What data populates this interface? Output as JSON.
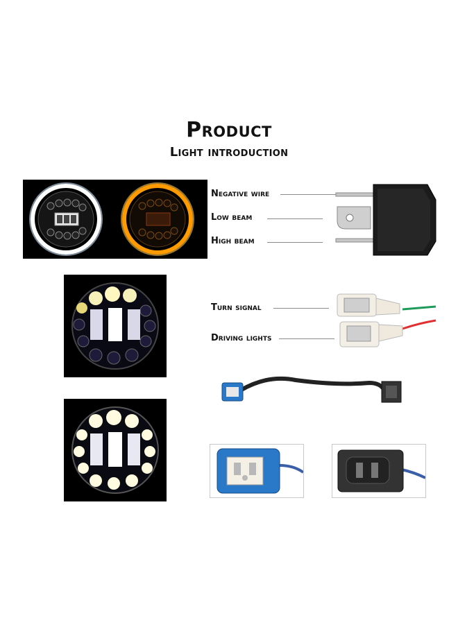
{
  "header": {
    "title": "Product",
    "subtitle": "Light introduction"
  },
  "connector_labels": {
    "negative_wire": "Negative wire",
    "low_beam": "Low beam",
    "high_beam": "High beam"
  },
  "wire_labels": {
    "turn_signal": "Turn signal",
    "driving_lights": "Driving lights"
  },
  "colors": {
    "halo_white": "#ffffff",
    "halo_amber": "#ff9a00",
    "connector_blue": "#2a78c8",
    "wire_green": "#1e9b5a",
    "wire_red": "#e03030"
  }
}
